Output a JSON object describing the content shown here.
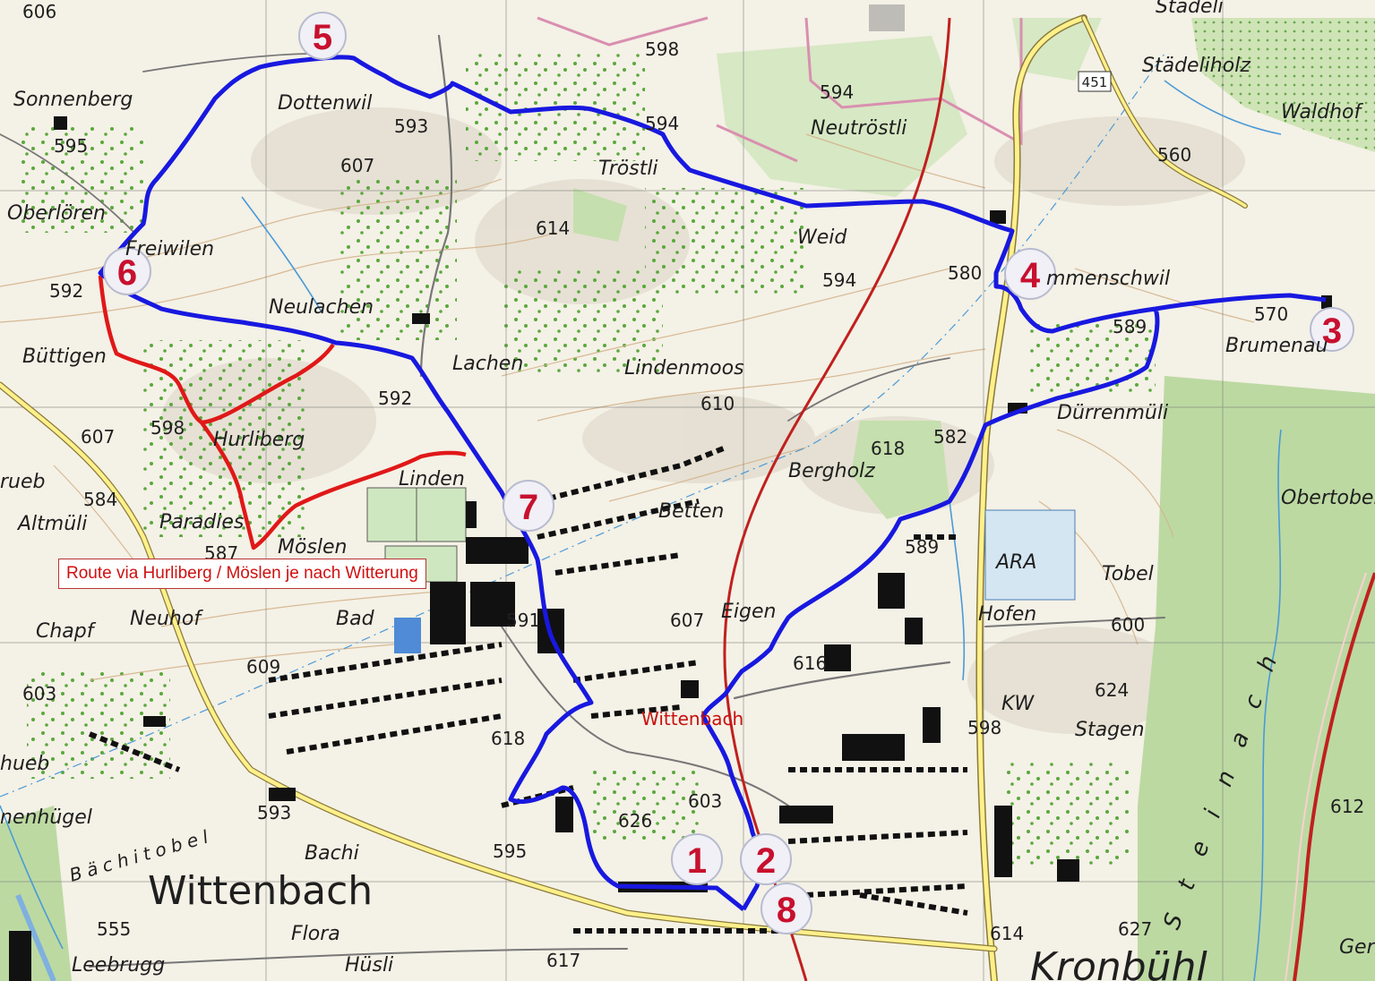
{
  "map": {
    "town": "Wittenbach",
    "town_bottom": "Kronbühl",
    "station_label": "Wittenbach",
    "stream_label": "Bächitobel",
    "creek_vertical": "Steinach",
    "road_number": "451",
    "note": "Route via Hurliberg / Möslen je nach Witterung",
    "colors": {
      "main_route": "#1818e0",
      "alt_route": "#e01818",
      "marker_text": "#c8102e",
      "railway": "#c0201f"
    }
  },
  "places": [
    {
      "id": "sonnenberg",
      "text": "Sonnenberg"
    },
    {
      "id": "dottenwil",
      "text": "Dottenwil"
    },
    {
      "id": "oberloeren",
      "text": "Oberlören"
    },
    {
      "id": "freiwilen",
      "text": "Freiwilen"
    },
    {
      "id": "neulachen",
      "text": "Neulachen"
    },
    {
      "id": "buettigen",
      "text": "Büttigen"
    },
    {
      "id": "hurliberg",
      "text": "Hurliberg"
    },
    {
      "id": "rueb",
      "text": "rueb"
    },
    {
      "id": "altmueli",
      "text": "Altmüli"
    },
    {
      "id": "paradies",
      "text": "Paradies"
    },
    {
      "id": "moeslen",
      "text": "Möslen"
    },
    {
      "id": "linden",
      "text": "Linden"
    },
    {
      "id": "lachen",
      "text": "Lachen"
    },
    {
      "id": "lindenmoos",
      "text": "Lindenmoos"
    },
    {
      "id": "weid",
      "text": "Weid"
    },
    {
      "id": "troestli",
      "text": "Tröstli"
    },
    {
      "id": "neutroestli",
      "text": "Neutröstli"
    },
    {
      "id": "staedeliholz",
      "text": "Städeliholz"
    },
    {
      "id": "staedeli",
      "text": "Städeli"
    },
    {
      "id": "waldhof",
      "text": "Waldhof"
    },
    {
      "id": "ammenschwil",
      "text": "mmenschwil"
    },
    {
      "id": "brumenau",
      "text": "Brumenau"
    },
    {
      "id": "duerrenmueli",
      "text": "Dürrenmüli"
    },
    {
      "id": "bergholz",
      "text": "Bergholz"
    },
    {
      "id": "betten",
      "text": "Betten"
    },
    {
      "id": "obertobel",
      "text": "Obertobel"
    },
    {
      "id": "ara",
      "text": "ARA"
    },
    {
      "id": "tobel",
      "text": "Tobel"
    },
    {
      "id": "hofen",
      "text": "Hofen"
    },
    {
      "id": "eigen",
      "text": "Eigen"
    },
    {
      "id": "kw",
      "text": "KW"
    },
    {
      "id": "stagen",
      "text": "Stagen"
    },
    {
      "id": "chapf",
      "text": "Chapf"
    },
    {
      "id": "neuhof",
      "text": "Neuhof"
    },
    {
      "id": "bad",
      "text": "Bad"
    },
    {
      "id": "hueb",
      "text": "hueb"
    },
    {
      "id": "nenhuegel",
      "text": "nenhügel"
    },
    {
      "id": "bachi",
      "text": "Bachi"
    },
    {
      "id": "flora",
      "text": "Flora"
    },
    {
      "id": "huesli",
      "text": "Hüsli"
    },
    {
      "id": "leebrugg",
      "text": "Leebrugg"
    },
    {
      "id": "ger",
      "text": "Ger"
    }
  ],
  "elevations": [
    "606",
    "598",
    "593",
    "607",
    "594",
    "594",
    "560",
    "614",
    "595",
    "592",
    "580",
    "594",
    "589",
    "570",
    "592",
    "610",
    "598",
    "607",
    "582",
    "618",
    "584",
    "587",
    "589",
    "591",
    "607",
    "600",
    "609",
    "603",
    "616",
    "624",
    "618",
    "598",
    "603",
    "626",
    "593",
    "595",
    "612",
    "555",
    "617",
    "614",
    "627"
  ],
  "markers": [
    "1",
    "2",
    "3",
    "4",
    "5",
    "6",
    "7",
    "8"
  ]
}
